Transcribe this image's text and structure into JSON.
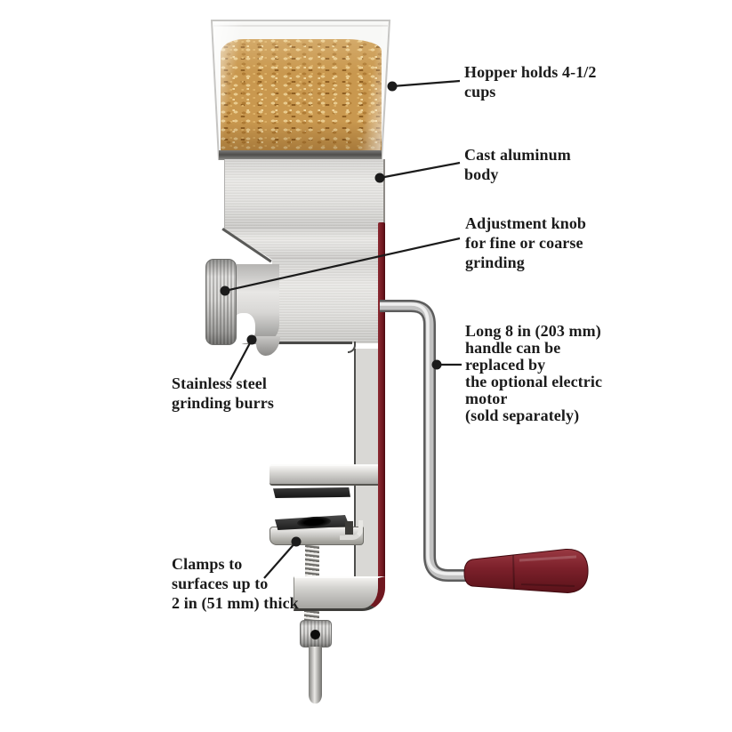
{
  "figure": {
    "title": "Grain mill annotated diagram",
    "product_parts": [
      "hopper",
      "cast-aluminum-body",
      "adjustment-knob",
      "crank-handle",
      "grinding-burrs",
      "clamp",
      "clamp-screw"
    ]
  },
  "labels": {
    "hopper": {
      "lines": [
        "Hopper holds 4-1/2",
        "cups"
      ]
    },
    "body": {
      "lines": [
        "Cast aluminum",
        "body"
      ]
    },
    "adjustment": {
      "lines": [
        "Adjustment knob",
        "for fine or coarse",
        "grinding"
      ]
    },
    "handle": {
      "lines": [
        "Long 8 in (203 mm)",
        "handle can be",
        "replaced by",
        "the optional electric",
        "motor",
        "(sold separately)"
      ]
    },
    "burrs": {
      "lines": [
        "Stainless steel",
        "grinding burrs"
      ]
    },
    "clamp": {
      "lines": [
        "Clamps to",
        "surfaces up to",
        "2 in (51 mm) thick"
      ]
    }
  },
  "colors": {
    "text": "#1b1b1b",
    "line": "#1b1b1b",
    "maroon": "#701820",
    "grip_maroon": "#7d212b",
    "aluminum": "#d8d7d4",
    "grain_gold": "#c9984f",
    "background": "#ffffff"
  }
}
